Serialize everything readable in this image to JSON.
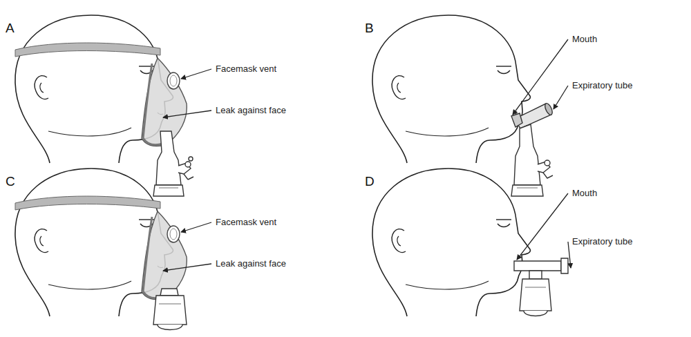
{
  "diagram": {
    "labels": [
      "A",
      "Facemask vent",
      "Leak against face",
      "B",
      "Mouth",
      "Expiratory tube",
      "C",
      "Facemask vent",
      "Leak against face",
      "D",
      "Mouth",
      "Expiratory tube"
    ]
  }
}
